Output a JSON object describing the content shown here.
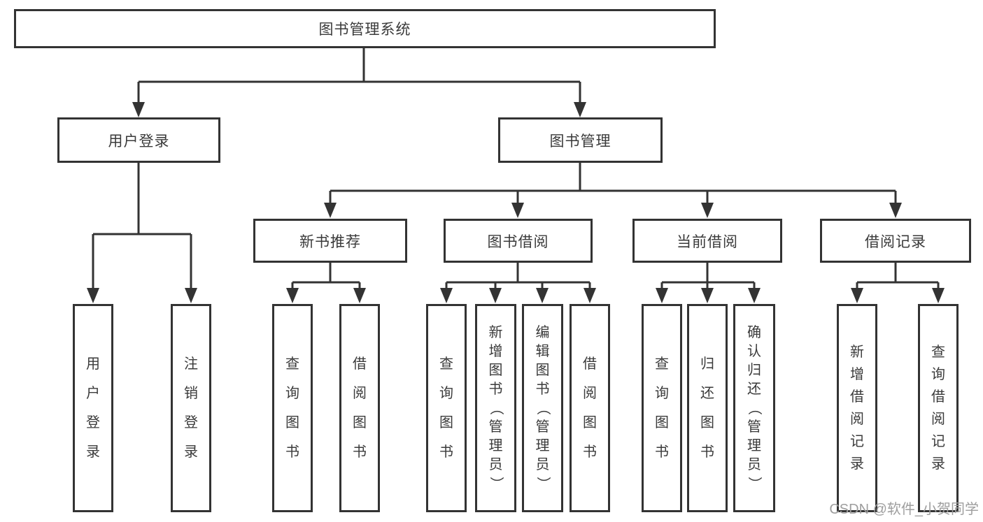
{
  "tree": {
    "root": "图书管理系统",
    "user_login": {
      "label": "用户登录",
      "children": {
        "login": "用户登录",
        "logout": "注销登录"
      }
    },
    "book_management": {
      "label": "图书管理",
      "new_book_recommend": {
        "label": "新书推荐",
        "children": {
          "query": "查询图书",
          "borrow": "借阅图书"
        }
      },
      "book_borrow": {
        "label": "图书借阅",
        "children": {
          "query": "查询图书",
          "add": "新增图书（管理员）",
          "edit": "编辑图书（管理员）",
          "borrow": "借阅图书"
        }
      },
      "current_borrow": {
        "label": "当前借阅",
        "children": {
          "query": "查询图书",
          "return": "归还图书",
          "confirm": "确认归还（管理员）"
        }
      },
      "borrow_records": {
        "label": "借阅记录",
        "children": {
          "add": "新增借阅记录",
          "query": "查询借阅记录"
        }
      }
    }
  },
  "watermark": "CSDN @软件_小贺同学",
  "colors": {
    "line": "#333333",
    "text": "#3a3a3a",
    "watermark": "#9e9e9e",
    "background": "#ffffff"
  }
}
